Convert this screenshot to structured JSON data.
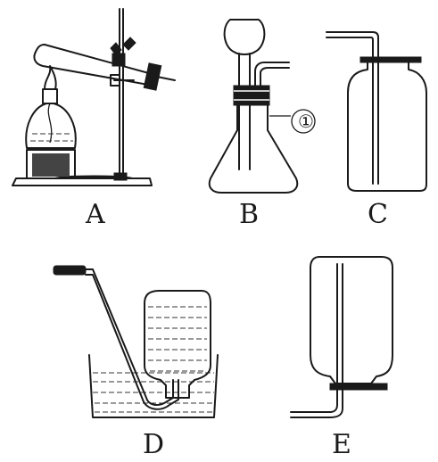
{
  "labels": {
    "a": "A",
    "b": "B",
    "c": "C",
    "d": "D",
    "e": "E",
    "part_marker": "①"
  },
  "apparatus": [
    {
      "id": "A",
      "depicts": "test-tube-heating"
    },
    {
      "id": "B",
      "depicts": "conical-flask-thistle-funnel"
    },
    {
      "id": "C",
      "depicts": "gas-collection-bottle-long-tube"
    },
    {
      "id": "D",
      "depicts": "water-trough-inverted-bottle"
    },
    {
      "id": "E",
      "depicts": "inverted-gas-bottle"
    }
  ]
}
